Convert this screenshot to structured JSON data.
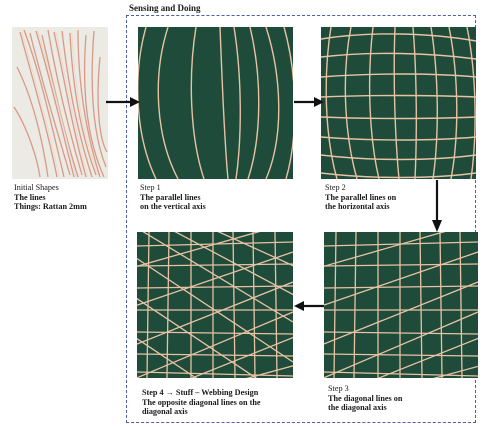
{
  "header": {
    "title": "Sensing and Doing"
  },
  "initial": {
    "line1": "Initial Shapes",
    "line2": "The lines",
    "line3": "Things: Rattan 2mm"
  },
  "step1": {
    "label": "Step 1",
    "line2": "The parallel lines",
    "line3": "on the vertical axis"
  },
  "step2": {
    "label": "Step 2",
    "line2": "The parallel lines on",
    "line3": "the horizontal axis"
  },
  "step3": {
    "label": "Step 3",
    "line2": "The diagonal lines on",
    "line3": "the diagonal axis"
  },
  "step4": {
    "label": "Step 4 → Stuff – Webbing  Design",
    "line2": "The opposite diagonal lines on the",
    "line3": "diagonal axis"
  },
  "colors": {
    "board": "#1f4b3a",
    "rattan": "#e7c3a4",
    "frame": "#4a5fa8"
  }
}
